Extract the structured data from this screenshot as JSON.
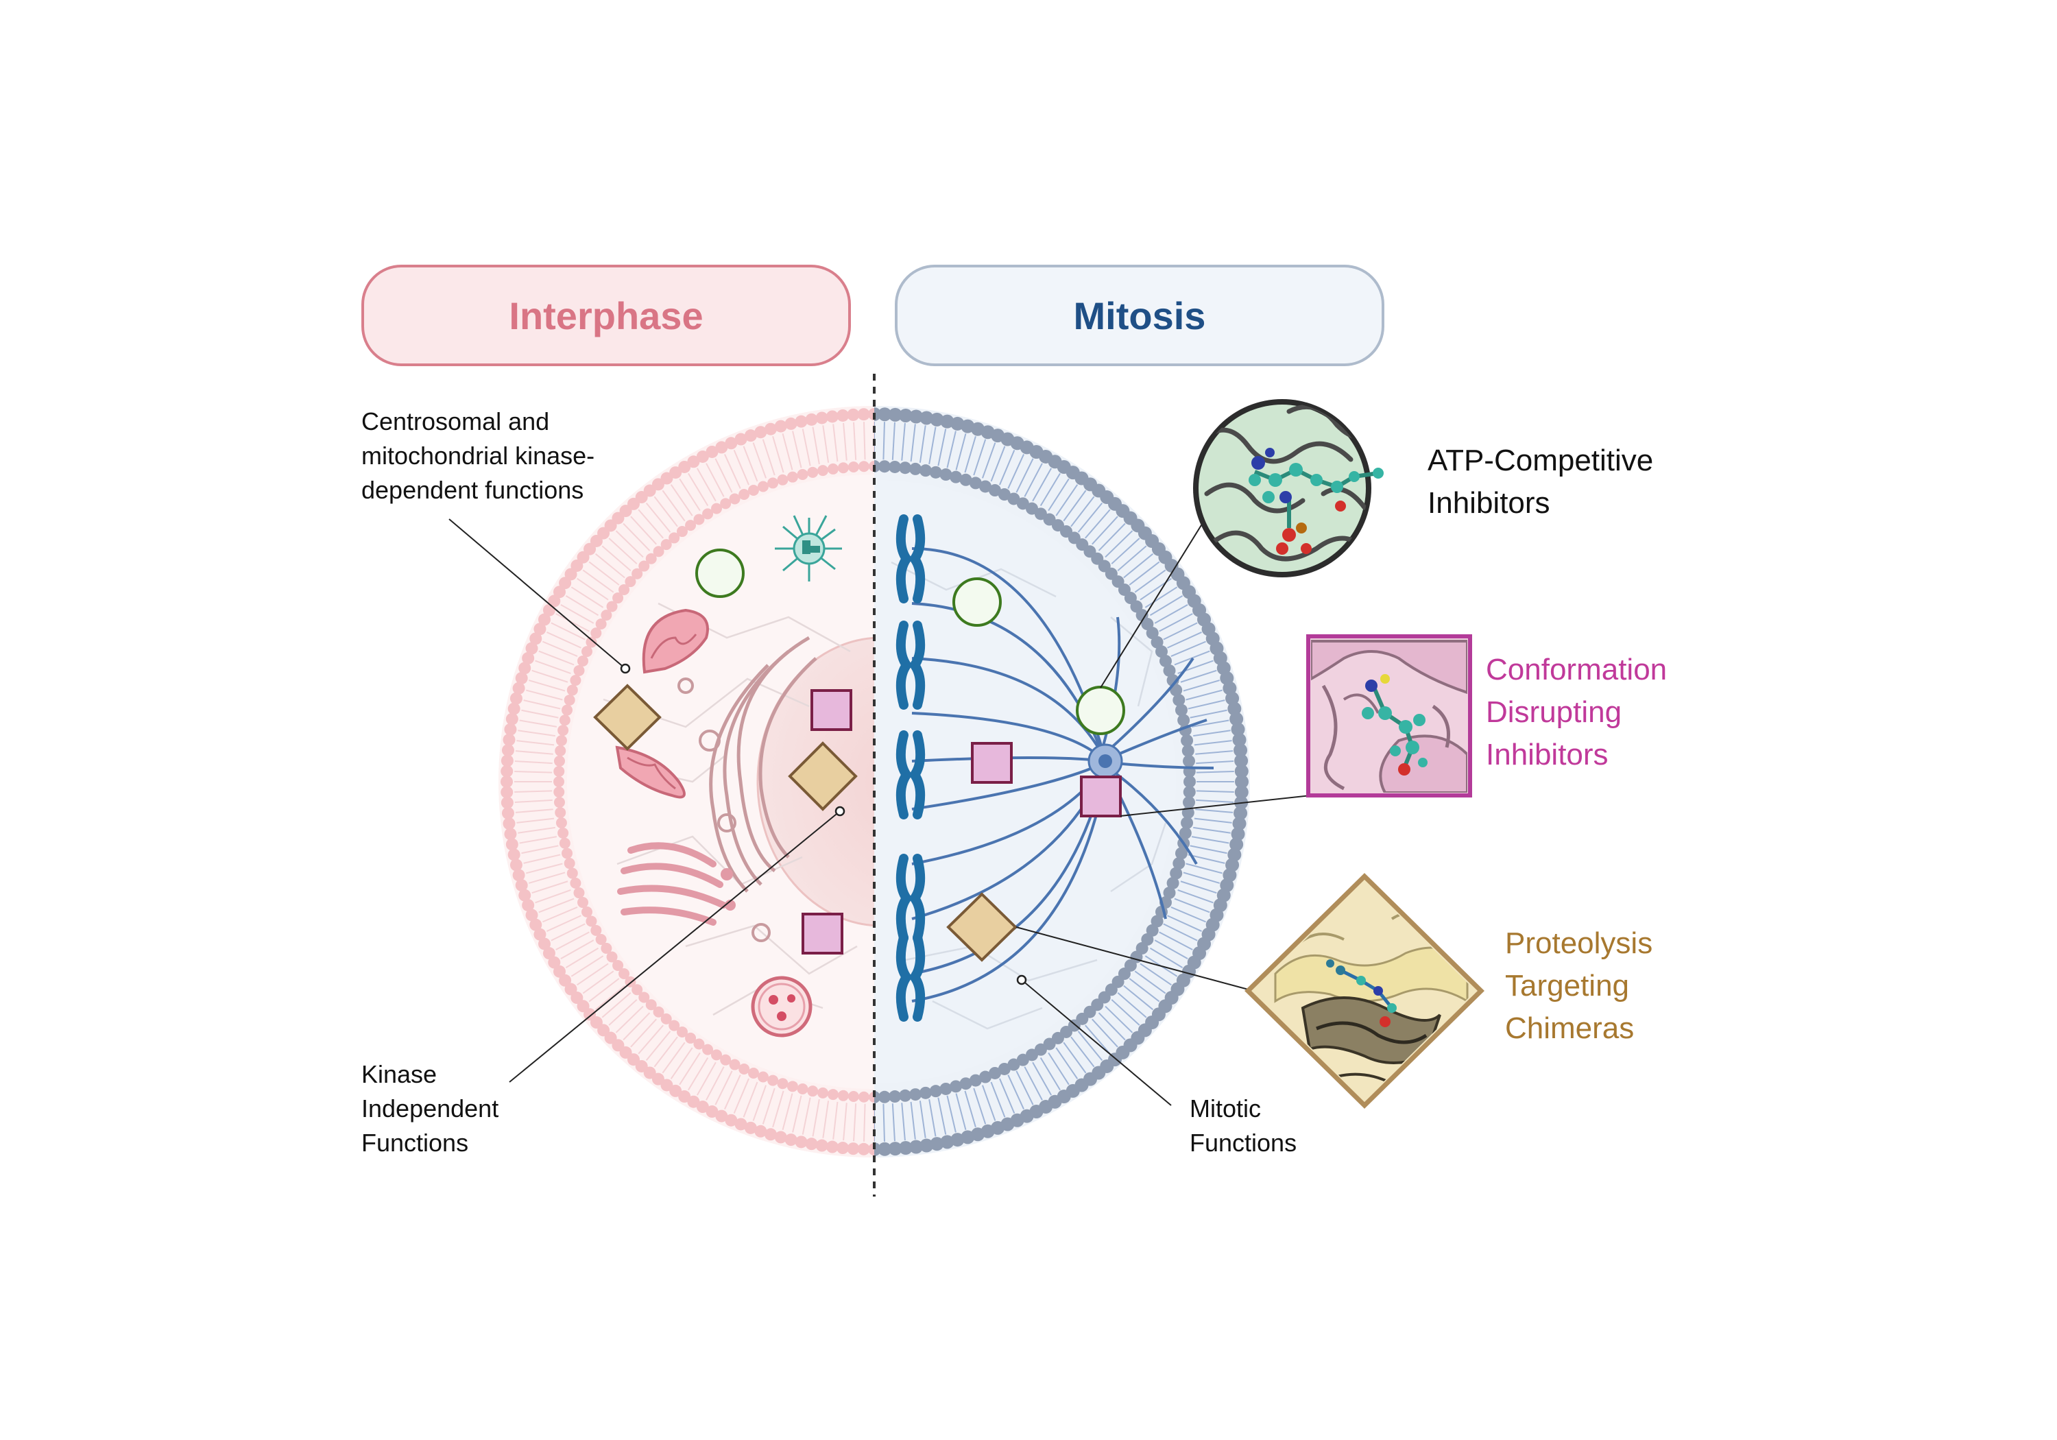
{
  "phases": {
    "interphase": "Interphase",
    "mitosis": "Mitosis"
  },
  "annotations": {
    "centrosomal": [
      "Centrosomal and",
      "mitochondrial kinase-",
      "dependent functions"
    ],
    "kinase_independent": [
      "Kinase",
      "Independent",
      "Functions"
    ],
    "mitotic": [
      "Mitotic",
      "Functions"
    ]
  },
  "inhibitors": {
    "atp": [
      "ATP-Competitive",
      "Inhibitors"
    ],
    "conformation": [
      "Conformation",
      "Disrupting",
      "Inhibitors"
    ],
    "protac": [
      "Proteolysis",
      "Targeting",
      "Chimeras"
    ]
  },
  "colors": {
    "interphase_text": "#d97585",
    "interphase_fill": "#fbe8ea",
    "mitosis_text": "#1f4f86",
    "mitosis_fill": "#f1f5fa",
    "conformation_text": "#c0399a",
    "protac_text": "#a7782f",
    "atp_text": "#111111",
    "kinase_diamond": "#e8cfa0",
    "kinase_square": "#e7b8dc",
    "kinase_circle": "#f3faef"
  },
  "icons": {
    "circle_marker": "circle-marker-icon",
    "square_marker": "square-marker-icon",
    "diamond_marker": "diamond-marker-icon",
    "chromosome": "chromosome-icon",
    "mitochondrion": "mitochondrion-icon",
    "golgi": "golgi-icon",
    "centrosome": "centrosome-icon",
    "lysosome": "lysosome-icon"
  }
}
